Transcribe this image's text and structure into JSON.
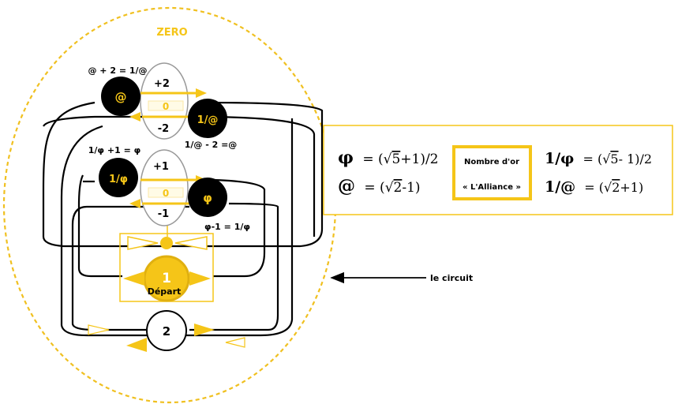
{
  "diagram": {
    "title": "ZERO",
    "top_equation": "@ + 2 = 1/@",
    "mid_equation_left": "1/φ +1 = φ",
    "mid_equation_right": "1/@ - 2 =@",
    "phi_equation": "φ-1 = 1/φ",
    "node_at": "@",
    "node_inv_at": "1/@",
    "node_inv_phi": "1/φ",
    "node_phi": "φ",
    "plus_two": "+2",
    "minus_two": "-2",
    "plus_one": "+1",
    "minus_one": "-1",
    "zero_top": "0",
    "zero_mid": "0",
    "start_number": "1",
    "start_label": "Départ",
    "node_two": "2",
    "circuit_label": "le circuit"
  },
  "formula_box": {
    "phi_symbol": "φ",
    "phi_rhs_pre": "= (",
    "phi_rhs_root": "5",
    "phi_rhs_post": "+1)/2",
    "at_symbol": "@",
    "at_rhs_pre": "= (",
    "at_rhs_root": "2",
    "at_rhs_post": "-1)",
    "center_line1": "Nombre d'or",
    "center_line2": "« L'Alliance »",
    "inv_phi_symbol": "1/φ",
    "inv_phi_rhs_pre": "= (",
    "inv_phi_rhs_root": "5",
    "inv_phi_rhs_post": "- 1)/2",
    "inv_at_symbol": "1/@",
    "inv_at_rhs_pre": "= (",
    "inv_at_rhs_root": "2",
    "inv_at_rhs_post": "+1)"
  },
  "colors": {
    "gold": "#f5c518",
    "gold_light": "#fbe7a6",
    "black": "#000000",
    "dash": "#f0c020"
  }
}
